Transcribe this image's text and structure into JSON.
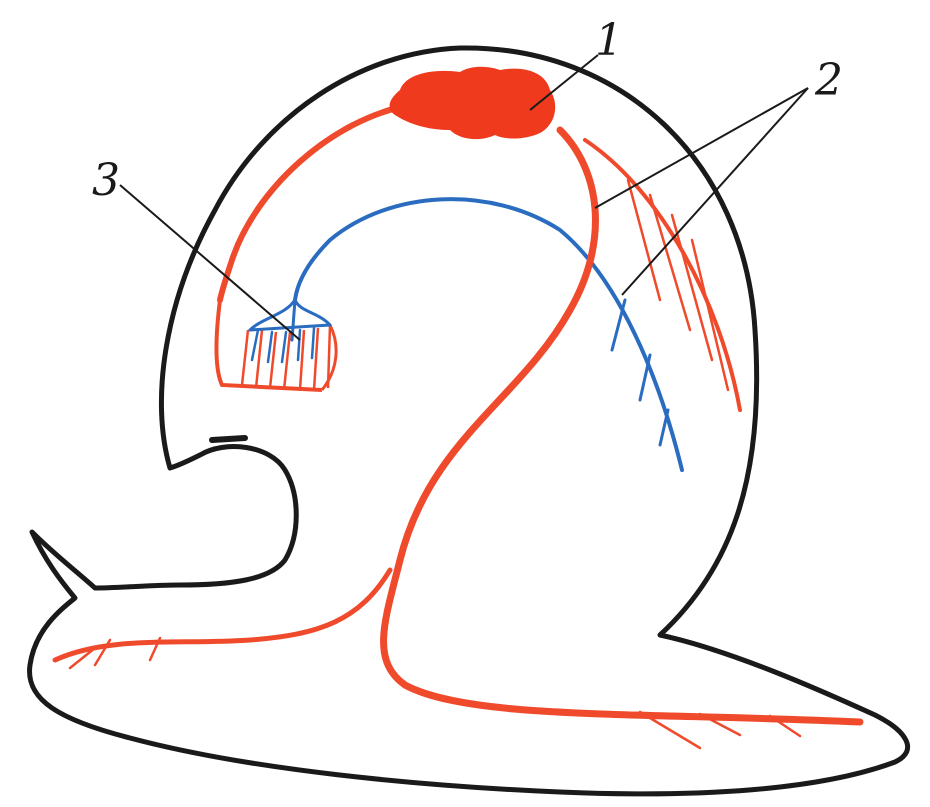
{
  "labels": {
    "heart": "1",
    "vessels": "2",
    "lung": "3"
  },
  "colors": {
    "outline": "#1a1a1a",
    "arterial": "#f04a2c",
    "heart_fill": "#f03a1e",
    "venous": "#2a6cc0",
    "leader": "#1a1a1a",
    "background": "#ffffff"
  }
}
